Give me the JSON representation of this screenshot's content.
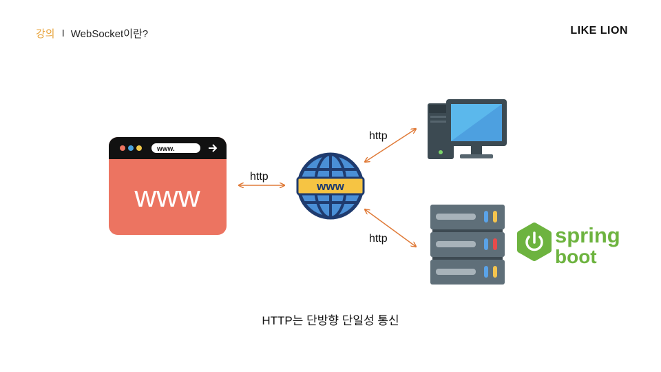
{
  "header": {
    "category": "강의",
    "separator": "I",
    "title": "WebSocket이란?"
  },
  "brand": "LIKE LION",
  "diagram": {
    "browser": {
      "address": "www.",
      "body_text": "www"
    },
    "globe_text": "www",
    "arrow_labels": {
      "browser_globe": "http",
      "globe_computer": "http",
      "globe_server": "http"
    },
    "spring": {
      "line1": "spring",
      "line2": "boot"
    }
  },
  "caption": "HTTP는 단방향 단일성 통신",
  "colors": {
    "accent": "#e8a33a",
    "arrow": "#e07b39",
    "browser": "#ec7461",
    "spring": "#6db33f"
  }
}
